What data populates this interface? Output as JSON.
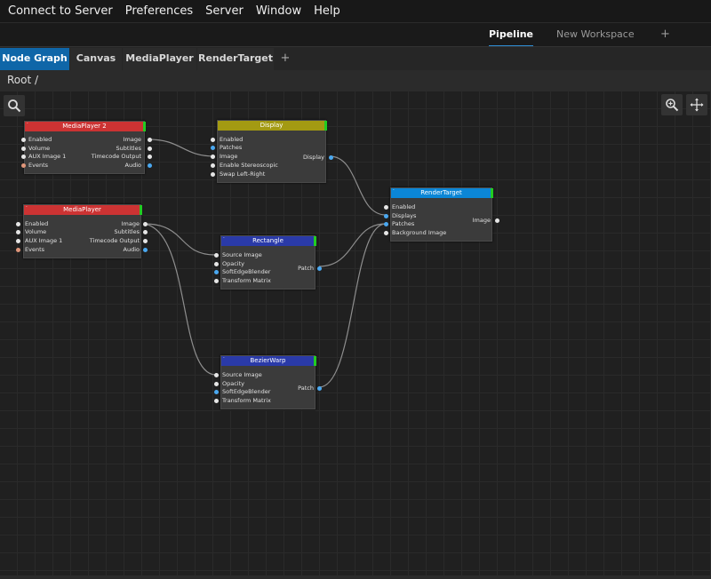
{
  "menu": [
    "Connect to Server",
    "Preferences",
    "Server",
    "Window",
    "Help"
  ],
  "workspace_tabs": {
    "pipeline": "Pipeline",
    "new": "New Workspace",
    "add": "+"
  },
  "tabs": {
    "node_graph": "Node Graph",
    "canvas": "Canvas",
    "mediaplayer": "MediaPlayer",
    "rendertarget": "RenderTarget",
    "add": "+"
  },
  "breadcrumb": "Root  /",
  "toolbar_icons": [
    "search-icon",
    "zoom-icon",
    "move-icon"
  ],
  "colors": {
    "accent": "#2e8fd6",
    "tab_active": "#0f66a8",
    "red_node": "#cc3333",
    "yellow_node": "#a39a12",
    "blue_node": "#2a3aa8",
    "cyan_node": "#0b86d6",
    "port_blue": "#4aa8f0",
    "port_orange": "#e0967a"
  },
  "nodes": {
    "mediaplayer2": {
      "title": "MediaPlayer 2",
      "inputs": [
        "Enabled",
        "Volume",
        "AUX Image 1",
        "Events"
      ],
      "outputs": [
        "Image",
        "Subtitles",
        "Timecode Output",
        "Audio"
      ]
    },
    "mediaplayer": {
      "title": "MediaPlayer",
      "inputs": [
        "Enabled",
        "Volume",
        "AUX Image 1",
        "Events"
      ],
      "outputs": [
        "Image",
        "Subtitles",
        "Timecode Output",
        "Audio"
      ]
    },
    "display": {
      "title": "Display",
      "inputs": [
        "Enabled",
        "Patches",
        "Image",
        "Enable Stereoscopic",
        "Swap Left-Right"
      ],
      "outputs": [
        "Display"
      ]
    },
    "rectangle": {
      "title": "Rectangle",
      "inputs": [
        "Source Image",
        "Opacity",
        "SoftEdgeBlender",
        "Transform Matrix"
      ],
      "outputs": [
        "Patch"
      ]
    },
    "bezierwarp": {
      "title": "BezierWarp",
      "inputs": [
        "Source Image",
        "Opacity",
        "SoftEdgeBlender",
        "Transform Matrix"
      ],
      "outputs": [
        "Patch"
      ]
    },
    "rendertarget": {
      "title": "RenderTarget",
      "inputs": [
        "Enabled",
        "Displays",
        "Patches",
        "Background Image"
      ],
      "outputs": [
        "Image"
      ]
    }
  }
}
